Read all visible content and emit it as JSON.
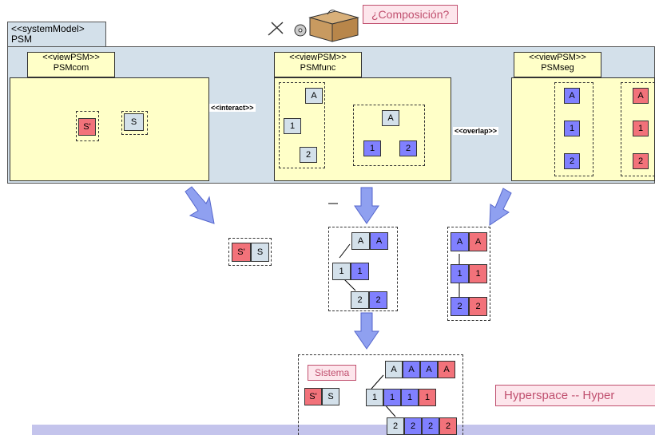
{
  "system_model": {
    "stereotype": "<<systemModel>",
    "name": "PSM"
  },
  "views": [
    {
      "stereotype": "<<viewPSM>>",
      "name": "PSMcom"
    },
    {
      "stereotype": "<<viewPSM>>",
      "name": "PSMfunc"
    },
    {
      "stereotype": "<<viewPSM>>",
      "name": "PSMseg"
    }
  ],
  "relations": {
    "interact": "<<interact>>",
    "overlap": "<<overlap>>"
  },
  "callout": "¿Composición?",
  "composed_label": "Sistema",
  "footer_text": "Hyperspace --  Hyper",
  "nodes": {
    "s_prime": "S'",
    "s": "S",
    "a": "A",
    "one": "1",
    "two": "2"
  },
  "colors": {
    "grey": "#d3e0ea",
    "blue": "#8080ff",
    "red": "#f2727a",
    "view_bg": "#ffffc8",
    "callout": "#c0506f"
  }
}
